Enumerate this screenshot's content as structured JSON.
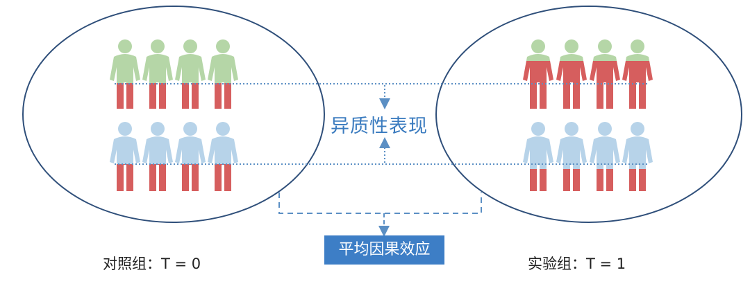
{
  "labels": {
    "heterogeneity": "异质性表现",
    "ate": "平均因果效应",
    "control_group": "对照组：T = 0",
    "treatment_group": "实验组：T = 1"
  },
  "colors": {
    "green": "#b5d6a7",
    "blue": "#b7d3e9",
    "red": "#d65e5e",
    "ellipse": "#2f4f7a",
    "line": "#5b8fc4",
    "accent": "#3d7ec6"
  },
  "groups": [
    {
      "name": "control-top",
      "people": 4,
      "top_color": "green",
      "outcome_color": "red"
    },
    {
      "name": "control-bottom",
      "people": 4,
      "top_color": "blue",
      "outcome_color": "red"
    },
    {
      "name": "treatment-top",
      "people": 4,
      "top_color": "green",
      "outcome_color": "red"
    },
    {
      "name": "treatment-bottom",
      "people": 4,
      "top_color": "blue",
      "outcome_color": "red"
    }
  ]
}
